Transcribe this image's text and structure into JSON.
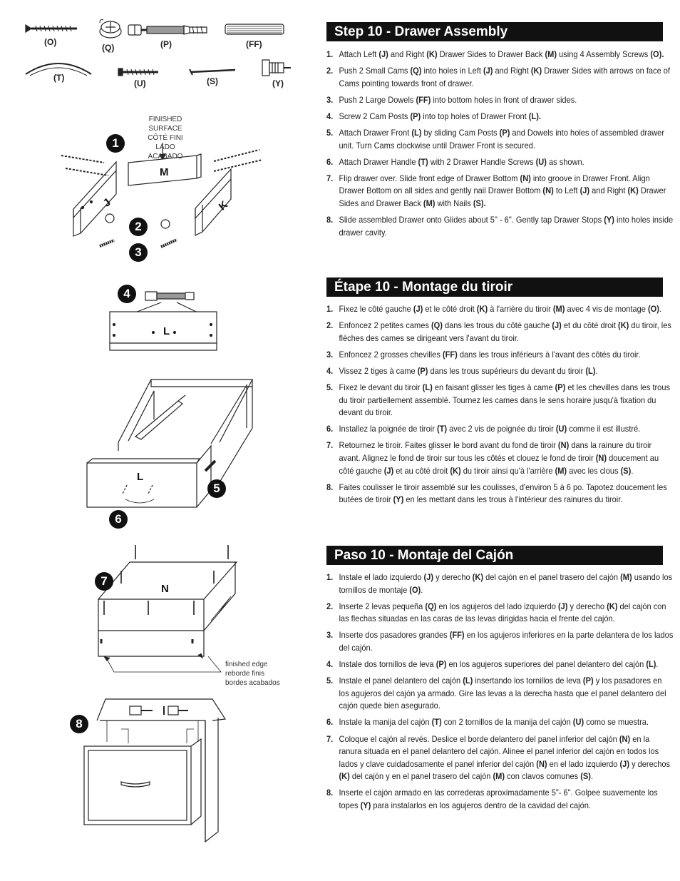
{
  "parts": {
    "O": "(O)",
    "Q": "(Q)",
    "P": "(P)",
    "FF": "(FF)",
    "T": "(T)",
    "U": "(U)",
    "S": "(S)",
    "Y": "(Y)"
  },
  "finished_surface": [
    "FINISHED SURFACE",
    "CÔTÉ FINI",
    "LADO ACABADO"
  ],
  "finished_edge": [
    "finished edge",
    "reborde finis",
    "bordes acabados"
  ],
  "badges": [
    "1",
    "2",
    "3",
    "4",
    "5",
    "6",
    "7",
    "8"
  ],
  "panel_letters": {
    "M": "M",
    "J": "J",
    "K": "K",
    "L": "L",
    "N": "N"
  },
  "en": {
    "title": "Step 10 - Drawer Assembly",
    "steps": [
      {
        "n": "1.",
        "parts": [
          [
            "Attach Left ",
            0
          ],
          [
            "(J)",
            1
          ],
          [
            " and Right ",
            0
          ],
          [
            "(K)",
            1
          ],
          [
            " Drawer Sides to Drawer Back ",
            0
          ],
          [
            "(M)",
            1
          ],
          [
            " using 4 Assembly Screws ",
            0
          ],
          [
            "(O).",
            1
          ]
        ]
      },
      {
        "n": "2.",
        "parts": [
          [
            "Push 2 Small Cams ",
            0
          ],
          [
            "(Q)",
            1
          ],
          [
            " into holes in Left ",
            0
          ],
          [
            "(J)",
            1
          ],
          [
            " and Right ",
            0
          ],
          [
            "(K)",
            1
          ],
          [
            " Drawer Sides with arrows on face of Cams pointing towards front of drawer.",
            0
          ]
        ]
      },
      {
        "n": "3.",
        "parts": [
          [
            "Push 2 Large Dowels ",
            0
          ],
          [
            "(FF)",
            1
          ],
          [
            " into bottom holes in front of drawer sides.",
            0
          ]
        ]
      },
      {
        "n": "4.",
        "parts": [
          [
            "Screw 2 Cam Posts ",
            0
          ],
          [
            "(P)",
            1
          ],
          [
            " into top holes of Drawer Front ",
            0
          ],
          [
            "(L).",
            1
          ]
        ]
      },
      {
        "n": "5.",
        "parts": [
          [
            "Attach Drawer Front ",
            0
          ],
          [
            "(L)",
            1
          ],
          [
            " by sliding Cam Posts ",
            0
          ],
          [
            "(P)",
            1
          ],
          [
            " and Dowels into holes of assembled drawer unit.  Turn Cams clockwise until Drawer Front is secured.",
            0
          ]
        ]
      },
      {
        "n": "6.",
        "parts": [
          [
            "Attach Drawer Handle ",
            0
          ],
          [
            "(T)",
            1
          ],
          [
            " with 2 Drawer Handle Screws ",
            0
          ],
          [
            "(U)",
            1
          ],
          [
            " as shown.",
            0
          ]
        ]
      },
      {
        "n": "7.",
        "parts": [
          [
            "Flip drawer over.  Slide front edge of Drawer Bottom ",
            0
          ],
          [
            "(N)",
            1
          ],
          [
            " into groove in Drawer Front. Align Drawer Bottom on all sides and gently nail Drawer Bottom ",
            0
          ],
          [
            "(N)",
            1
          ],
          [
            " to Left ",
            0
          ],
          [
            "(J)",
            1
          ],
          [
            " and Right ",
            0
          ],
          [
            "(K)",
            1
          ],
          [
            " Drawer Sides and Drawer Back ",
            0
          ],
          [
            "(M)",
            1
          ],
          [
            " with Nails ",
            0
          ],
          [
            "(S).",
            1
          ]
        ]
      },
      {
        "n": "8.",
        "parts": [
          [
            "Slide assembled Drawer onto Glides about 5\" - 6\".  Gently tap Drawer Stops ",
            0
          ],
          [
            "(Y)",
            1
          ],
          [
            " into holes inside drawer cavity.",
            0
          ]
        ]
      }
    ]
  },
  "fr": {
    "title": "Étape 10 - Montage du tiroir",
    "steps": [
      {
        "n": "1.",
        "parts": [
          [
            "Fixez le côté gauche ",
            0
          ],
          [
            "(J)",
            1
          ],
          [
            " et le côté droit ",
            0
          ],
          [
            "(K)",
            1
          ],
          [
            " à l'arrière du tiroir ",
            0
          ],
          [
            "(M)",
            1
          ],
          [
            " avec 4 vis de montage ",
            0
          ],
          [
            "(O)",
            1
          ],
          [
            ".",
            0
          ]
        ]
      },
      {
        "n": "2.",
        "parts": [
          [
            "Enfoncez 2 petites cames ",
            0
          ],
          [
            "(Q)",
            1
          ],
          [
            " dans les trous du côté gauche ",
            0
          ],
          [
            "(J)",
            1
          ],
          [
            " et du côté droit ",
            0
          ],
          [
            "(K)",
            1
          ],
          [
            " du tiroir, les flèches des cames se dirigeant vers l'avant du tiroir.",
            0
          ]
        ]
      },
      {
        "n": "3.",
        "parts": [
          [
            "Enfoncez 2 grosses chevilles ",
            0
          ],
          [
            "(FF)",
            1
          ],
          [
            " dans les trous inférieurs à l'avant des côtés du tiroir.",
            0
          ]
        ]
      },
      {
        "n": "4.",
        "parts": [
          [
            "Vissez 2 tiges à came ",
            0
          ],
          [
            "(P)",
            1
          ],
          [
            " dans les trous supérieurs du devant du tiroir ",
            0
          ],
          [
            "(L)",
            1
          ],
          [
            ".",
            0
          ]
        ]
      },
      {
        "n": "5.",
        "parts": [
          [
            "Fixez le devant du tiroir ",
            0
          ],
          [
            "(L)",
            1
          ],
          [
            " en faisant glisser les tiges à came ",
            0
          ],
          [
            "(P)",
            1
          ],
          [
            " et les chevilles dans les trous du tiroir partiellement assemblé. Tournez les cames dans le sens horaire jusqu'à fixation du devant du tiroir.",
            0
          ]
        ]
      },
      {
        "n": "6.",
        "parts": [
          [
            "Installez la poignée de tiroir ",
            0
          ],
          [
            "(T)",
            1
          ],
          [
            " avec 2 vis de poignée du tiroir ",
            0
          ],
          [
            "(U)",
            1
          ],
          [
            " comme il est illustré.",
            0
          ]
        ]
      },
      {
        "n": "7.",
        "parts": [
          [
            "Retournez le tiroir. Faites glisser le bord avant du fond de tiroir ",
            0
          ],
          [
            "(N)",
            1
          ],
          [
            " dans la rainure du tiroir avant. Alignez le fond de tiroir sur tous les côtés et clouez le fond de tiroir ",
            0
          ],
          [
            "(N)",
            1
          ],
          [
            " doucement au côté gauche ",
            0
          ],
          [
            "(J)",
            1
          ],
          [
            " et au côté droit ",
            0
          ],
          [
            "(K)",
            1
          ],
          [
            " du tiroir ainsi qu'à l'arrière ",
            0
          ],
          [
            "(M)",
            1
          ],
          [
            " avec les clous ",
            0
          ],
          [
            "(S)",
            1
          ],
          [
            ".",
            0
          ]
        ]
      },
      {
        "n": "8.",
        "parts": [
          [
            "Faites coulisser le tiroir assemblé sur les coulisses, d'environ 5 à 6 po. Tapotez doucement les butées de tiroir ",
            0
          ],
          [
            "(Y)",
            1
          ],
          [
            " en les mettant dans les trous à l'intérieur des rainures du tiroir.",
            0
          ]
        ]
      }
    ]
  },
  "es": {
    "title": "Paso 10 - Montaje del Cajón",
    "steps": [
      {
        "n": "1.",
        "parts": [
          [
            "Instale el lado izquierdo ",
            0
          ],
          [
            "(J)",
            1
          ],
          [
            " y derecho ",
            0
          ],
          [
            "(K)",
            1
          ],
          [
            " del cajón en el panel trasero del cajón ",
            0
          ],
          [
            "(M)",
            1
          ],
          [
            " usando los tornillos de montaje ",
            0
          ],
          [
            "(O)",
            1
          ],
          [
            ".",
            0
          ]
        ]
      },
      {
        "n": "2.",
        "parts": [
          [
            "Inserte 2 levas pequeña ",
            0
          ],
          [
            "(Q)",
            1
          ],
          [
            " en los agujeros del lado izquierdo ",
            0
          ],
          [
            "(J)",
            1
          ],
          [
            " y derecho ",
            0
          ],
          [
            "(K)",
            1
          ],
          [
            " del cajón con las flechas situadas en las caras de las levas dirigidas hacia el frente del cajón.",
            0
          ]
        ]
      },
      {
        "n": "3.",
        "parts": [
          [
            "Inserte dos pasadores grandes ",
            0
          ],
          [
            "(FF)",
            1
          ],
          [
            " en los agujeros inferiores en la parte delantera de los lados del cajón.",
            0
          ]
        ]
      },
      {
        "n": "4.",
        "parts": [
          [
            "Instale dos tornillos de leva ",
            0
          ],
          [
            "(P)",
            1
          ],
          [
            " en los agujeros superiores del panel delantero del cajón ",
            0
          ],
          [
            "(L)",
            1
          ],
          [
            ".",
            0
          ]
        ]
      },
      {
        "n": "5.",
        "parts": [
          [
            "Instale el panel delantero del cajón ",
            0
          ],
          [
            "(L)",
            1
          ],
          [
            " insertando los tornillos de leva ",
            0
          ],
          [
            "(P)",
            1
          ],
          [
            " y los pasadores en los agujeros del cajón ya armado. Gire las levas a la derecha hasta que el panel delantero del cajón quede bien asegurado.",
            0
          ]
        ]
      },
      {
        "n": "6.",
        "parts": [
          [
            "Instale la manija del cajón ",
            0
          ],
          [
            "(T)",
            1
          ],
          [
            " con 2 tornillos de la manija del cajón ",
            0
          ],
          [
            "(U)",
            1
          ],
          [
            " como se muestra.",
            0
          ]
        ]
      },
      {
        "n": "7.",
        "parts": [
          [
            "Coloque el cajón al revés. Deslice el borde delantero del panel inferior del cajón ",
            0
          ],
          [
            "(N)",
            1
          ],
          [
            " en la ranura situada en el panel delantero del cajón.  Alinee el panel inferior del cajón en todos los lados y clave cuidadosamente el panel inferior del cajón ",
            0
          ],
          [
            "(N)",
            1
          ],
          [
            " en el lado izquierdo ",
            0
          ],
          [
            "(J)",
            1
          ],
          [
            " y derechos ",
            0
          ],
          [
            "(K)",
            1
          ],
          [
            " del cajón y en el panel trasero del cajón ",
            0
          ],
          [
            "(M)",
            1
          ],
          [
            " con clavos comunes ",
            0
          ],
          [
            "(S)",
            1
          ],
          [
            ".",
            0
          ]
        ]
      },
      {
        "n": "8.",
        "parts": [
          [
            "Inserte el cajón armado en las correderas aproximadamente 5\"- 6\". Golpee suavemente los topes ",
            0
          ],
          [
            "(Y)",
            1
          ],
          [
            " para instalarlos en los agujeros dentro de la cavidad del cajón.",
            0
          ]
        ]
      }
    ]
  }
}
